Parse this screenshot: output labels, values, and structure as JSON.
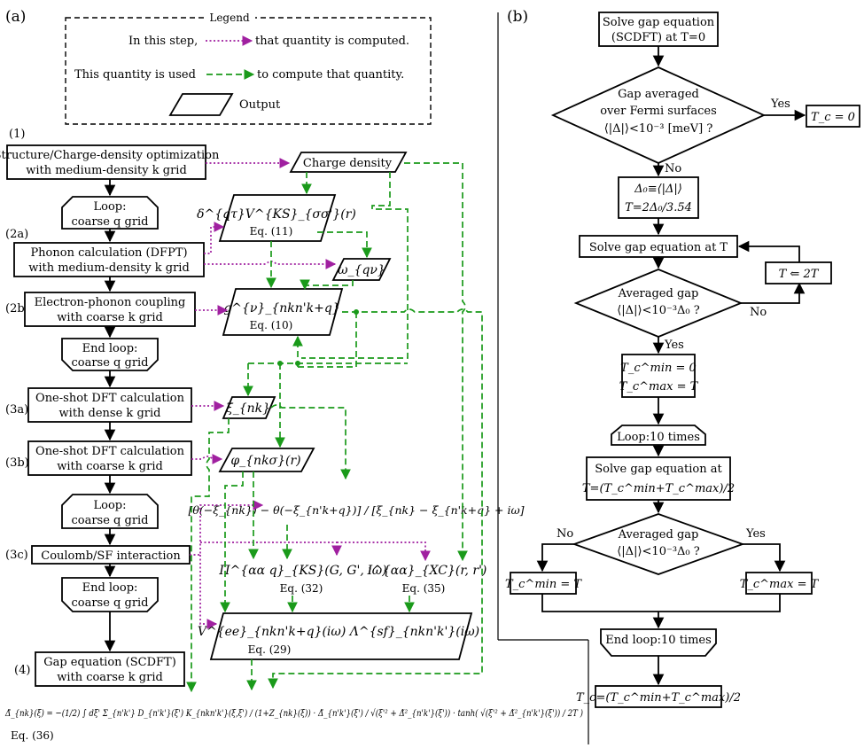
{
  "panels": {
    "a": "(a)",
    "b": "(b)"
  },
  "legend": {
    "title": "Legend",
    "computed_before": "In this step,",
    "computed_after": "that quantity is computed.",
    "used_before": "This quantity is used",
    "used_after": "to compute that quantity.",
    "output": "Output"
  },
  "steps": {
    "s1": "(1)",
    "s2a": "(2a)",
    "s2b": "(2b)",
    "s3a": "(3a)",
    "s3b": "(3b)",
    "s3c": "(3c)",
    "s4": "(4)"
  },
  "left_boxes": {
    "structure": [
      "Structure/Charge-density optimization",
      "with medium-density k grid"
    ],
    "loop_q1": [
      "Loop:",
      "coarse q grid"
    ],
    "phonon": [
      "Phonon calculation (DFPT)",
      "with medium-density k grid"
    ],
    "elph": [
      "Electron-phonon coupling",
      "with coarse k grid"
    ],
    "endloop_q1": [
      "End loop:",
      "coarse q grid"
    ],
    "oneshot_dense": [
      "One-shot DFT calculation",
      "with dense k grid"
    ],
    "oneshot_coarse": [
      "One-shot DFT calculation",
      "with coarse k grid"
    ],
    "loop_q2": [
      "Loop:",
      "coarse q grid"
    ],
    "coulomb": [
      "Coulomb/SF interaction"
    ],
    "endloop_q2": [
      "End loop:",
      "coarse q grid"
    ],
    "gap_eq": [
      "Gap equation (SCDFT)",
      "with coarse k grid"
    ]
  },
  "outputs": {
    "charge_density": "Charge density",
    "dv": "δ^{qτ}V^{KS}_{σσ'}(r)",
    "dv_eq": "Eq. (11)",
    "omega": "ω_{qν}",
    "g": "g^{ν}_{nkn'k+q}",
    "g_eq": "Eq. (10)",
    "xi": "ξ_{nk}",
    "phi": "φ_{nkσ}(r)",
    "fraction": "[θ(−ξ_{nk}) − θ(−ξ_{n'k+q})] / [ξ_{nk} − ξ_{n'k+q} + iω]",
    "pi": "Π^{αα q}_{KS}(G, G', iω)",
    "pi_eq": "Eq. (32)",
    "ixc": "I^{αα}_{XC}(r, r')",
    "ixc_eq": "Eq. (35)",
    "vee": "V^{ee}_{nkn'k+q}(iω)   Λ^{sf}_{nkn'k'}(iω)",
    "vee_eq": "Eq. (29)",
    "gap_formula": "Δ̃_{nk}(ξ) = −(1/2) ∫ dξ' Σ_{n'k'} D_{n'k'}(ξ') K_{nkn'k'}(ξ,ξ') / (1+Z_{nk}(ξ)) · Δ̃_{n'k'}(ξ') / √(ξ'² + Δ̃²_{n'k'}(ξ')) · tanh( √(ξ'² + Δ̃²_{n'k'}(ξ')) / 2T )",
    "gap_eq": "Eq. (36)"
  },
  "flowchart_b": {
    "solve_T0": [
      "Solve gap equation",
      "(SCDFT) at T=0"
    ],
    "decision1": [
      "Gap averaged",
      "over Fermi surfaces",
      "⟨|Δ|⟩<10⁻³ [meV] ?"
    ],
    "yes": "Yes",
    "no": "No",
    "tc0": "T_c = 0",
    "init": [
      "Δ₀≡⟨|Δ|⟩",
      "T=2Δ₀/3.54"
    ],
    "solve_T": "Solve gap equation at T",
    "double_T": "T ⇐ 2T",
    "decision2": [
      "Averaged gap",
      "⟨|Δ|⟩<10⁻³Δ₀ ?"
    ],
    "bounds": [
      "T_c^min = 0",
      "T_c^max = T"
    ],
    "loop": "Loop:10 times",
    "solve_mid": [
      "Solve gap equation at",
      "T=(T_c^min+T_c^max)/2"
    ],
    "decision3": [
      "Averaged gap",
      "⟨|Δ|⟩<10⁻³Δ₀ ?"
    ],
    "tcmin": "T_c^min = T",
    "tcmax": "T_c^max = T",
    "endloop": "End loop:10 times",
    "result": "T_c=(T_c^min+T_c^max)/2"
  }
}
